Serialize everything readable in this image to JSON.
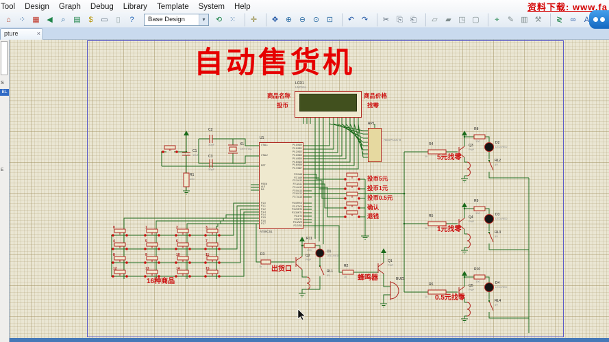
{
  "menu": {
    "items": [
      "Tool",
      "Design",
      "Graph",
      "Debug",
      "Library",
      "Template",
      "System",
      "Help"
    ]
  },
  "promo": {
    "text": "资料下载: www.fa"
  },
  "toolbar": {
    "combo_value": "Base Design",
    "icons_left": [
      {
        "name": "home-icon",
        "glyph": "⌂",
        "color": "#b5432c"
      },
      {
        "name": "junction-icon",
        "glyph": "⁘",
        "color": "#3b6ea5"
      },
      {
        "name": "ic-icon",
        "glyph": "▦",
        "color": "#c0392b"
      },
      {
        "name": "speaker-icon",
        "glyph": "◀",
        "color": "#1e8449"
      },
      {
        "name": "zoom-doc-icon",
        "glyph": "⌕",
        "color": "#2e6da4"
      },
      {
        "name": "library-icon",
        "glyph": "▤",
        "color": "#1e8449"
      },
      {
        "name": "bom-icon",
        "glyph": "$",
        "color": "#b7950b"
      },
      {
        "name": "terminal-icon",
        "glyph": "▭",
        "color": "#5d6d7e"
      },
      {
        "name": "blank-doc-icon",
        "glyph": "▯",
        "color": "#95a5a6"
      },
      {
        "name": "help-icon",
        "glyph": "?",
        "color": "#1a5fb4"
      }
    ],
    "icons_right": [
      {
        "name": "refresh-icon",
        "glyph": "⟲",
        "color": "#1e8449"
      },
      {
        "name": "grid-icon",
        "glyph": "⁙",
        "color": "#3b6ea5"
      },
      {
        "name": "origin-icon",
        "glyph": "✛",
        "color": "#8a7d2a",
        "sep": true
      },
      {
        "name": "pan-icon",
        "glyph": "✥",
        "color": "#2458a6",
        "sep": true
      },
      {
        "name": "zoom-in-icon",
        "glyph": "⊕",
        "color": "#2e6da4"
      },
      {
        "name": "zoom-out-icon",
        "glyph": "⊖",
        "color": "#2e6da4"
      },
      {
        "name": "zoom-all-icon",
        "glyph": "⊙",
        "color": "#2e6da4"
      },
      {
        "name": "zoom-area-icon",
        "glyph": "⊡",
        "color": "#2e6da4"
      },
      {
        "name": "undo-icon",
        "glyph": "↶",
        "color": "#2458a6",
        "sep": true
      },
      {
        "name": "redo-icon",
        "glyph": "↷",
        "color": "#2458a6"
      },
      {
        "name": "cut-icon",
        "glyph": "✂",
        "color": "#566573",
        "sep": true
      },
      {
        "name": "copy-icon",
        "glyph": "⎘",
        "color": "#566573"
      },
      {
        "name": "paste-icon",
        "glyph": "⎗",
        "color": "#566573"
      },
      {
        "name": "block-copy-icon",
        "glyph": "▱",
        "color": "#7f8c8d",
        "sep": true
      },
      {
        "name": "block-move-icon",
        "glyph": "▰",
        "color": "#7f8c8d"
      },
      {
        "name": "block-rotate-icon",
        "glyph": "◳",
        "color": "#7f8c8d"
      },
      {
        "name": "block-delete-icon",
        "glyph": "▢",
        "color": "#7f8c8d"
      },
      {
        "name": "pick-parts-icon",
        "glyph": "⌖",
        "color": "#1e8449",
        "sep": true
      },
      {
        "name": "make-device-icon",
        "glyph": "✎",
        "color": "#7f8c8d"
      },
      {
        "name": "packaging-icon",
        "glyph": "▥",
        "color": "#7f8c8d"
      },
      {
        "name": "decompose-icon",
        "glyph": "⚒",
        "color": "#7f8c8d"
      },
      {
        "name": "wire-autorouter-icon",
        "glyph": "≷",
        "color": "#1e8449",
        "sep": true
      },
      {
        "name": "search-tag-icon",
        "glyph": "∞",
        "color": "#2458a6"
      },
      {
        "name": "property-assignment-icon",
        "glyph": "A",
        "color": "#2458a6"
      },
      {
        "name": "new-sheet-icon",
        "glyph": "+",
        "color": "#1e8449",
        "sep": true
      },
      {
        "name": "remove-sheet-icon",
        "glyph": "✕",
        "color": "#c0392b"
      },
      {
        "name": "goto-sheet-icon",
        "glyph": "⇱",
        "color": "#7f8c8d"
      },
      {
        "name": "edit-properties-icon",
        "glyph": "✎",
        "color": "#2458a6"
      }
    ]
  },
  "tabs": {
    "active_label": "pture",
    "close_glyph": "×"
  },
  "left_panel": {
    "items": [
      "S",
      "BL",
      "E"
    ]
  },
  "schematic": {
    "title": "自动售货机",
    "lcd": {
      "ref": "LCD1",
      "part": "LM016L",
      "label_name": "商品名称",
      "label_coin": "投币",
      "label_price": "商品价格",
      "label_change": "找零"
    },
    "mcu": {
      "ref": "U1",
      "part": "AT89C51",
      "xtal1": "XTAL1",
      "xtal2": "XTAL2",
      "rst": "RST",
      "ctrl": "PSEN\nALE\nEA",
      "p1": "P1.0\nP1.1\nP1.2\nP1.3\nP1.4\nP1.5\nP1.6\nP1.7",
      "p0": "P0.0/AD0\nP0.1/AD1\nP0.2/AD2\nP0.3/AD3\nP0.4/AD4\nP0.5/AD5\nP0.6/AD6\nP0.7/AD7",
      "p2": "P2.0/A8\nP2.1/A9\nP2.2/A10\nP2.3/A11\nP2.4/A12\nP2.5/A13\nP2.6/A14\nP2.7/A15",
      "p3": "P3.0/RXD\nP3.1/TXD\nP3.2/INT0\nP3.3/INT1\nP3.4/T0\nP3.5/T1\nP3.6/WR\nP3.7/RD"
    },
    "rp1": {
      "ref": "RP1",
      "part": "RESPACK-8"
    },
    "osc": {
      "c1": "C1",
      "c1_val": "10uF",
      "c2": "C2",
      "c2_val": "30pF",
      "c3": "C3",
      "c3_val": "30pF",
      "x1": "X1",
      "x1_part": "CRYSTAL",
      "r1": "R1",
      "r1_val": "100"
    },
    "coin_buttons": {
      "labels": [
        "投币5元",
        "投币1元",
        "投币0.5元",
        "确认",
        "退钱"
      ]
    },
    "keypad": {
      "keys": [
        "0",
        "1",
        "2",
        "3",
        "4",
        "5",
        "6",
        "7",
        "8",
        "9",
        "10",
        "11",
        "12",
        "13",
        "14",
        "15"
      ],
      "caption": "16种商品"
    },
    "dispense": {
      "r3": "R3",
      "r3_val": "1k",
      "label": "出货口",
      "q2": "Q2",
      "q2_type": "PNP",
      "r11": "R11",
      "r11_val": "100",
      "d1": "D1",
      "d1_part": "LED-RED",
      "rl1": "RL1",
      "rl1_val": "5V"
    },
    "buzzer": {
      "r2": "R2",
      "r2_val": "1k",
      "label": "蜂鸣器",
      "q1": "Q1",
      "q1_type": "PNP",
      "buz": "BUZ1"
    },
    "relay_blocks": [
      {
        "res": "R4",
        "res_val": "1k",
        "label": "5元找零",
        "top_res": "R8",
        "top_res_val": "100",
        "q": "Q3",
        "q_type": "PNP",
        "led": "D2",
        "led_part": "LED-RED",
        "relay": "RL2",
        "relay_val": "5V"
      },
      {
        "res": "R5",
        "res_val": "1k",
        "label": "1元找零",
        "top_res": "R9",
        "top_res_val": "100",
        "q": "Q4",
        "q_type": "PNP",
        "led": "D3",
        "led_part": "LED-RED",
        "relay": "RL3",
        "relay_val": "5V"
      },
      {
        "res": "R6",
        "res_val": "1k",
        "label": "0.5元找零",
        "top_res": "R10",
        "top_res_val": "100",
        "q": "Q5",
        "q_type": "PNP",
        "led": "D4",
        "led_part": "LED-RED",
        "relay": "RL4",
        "relay_val": "5V"
      }
    ]
  }
}
